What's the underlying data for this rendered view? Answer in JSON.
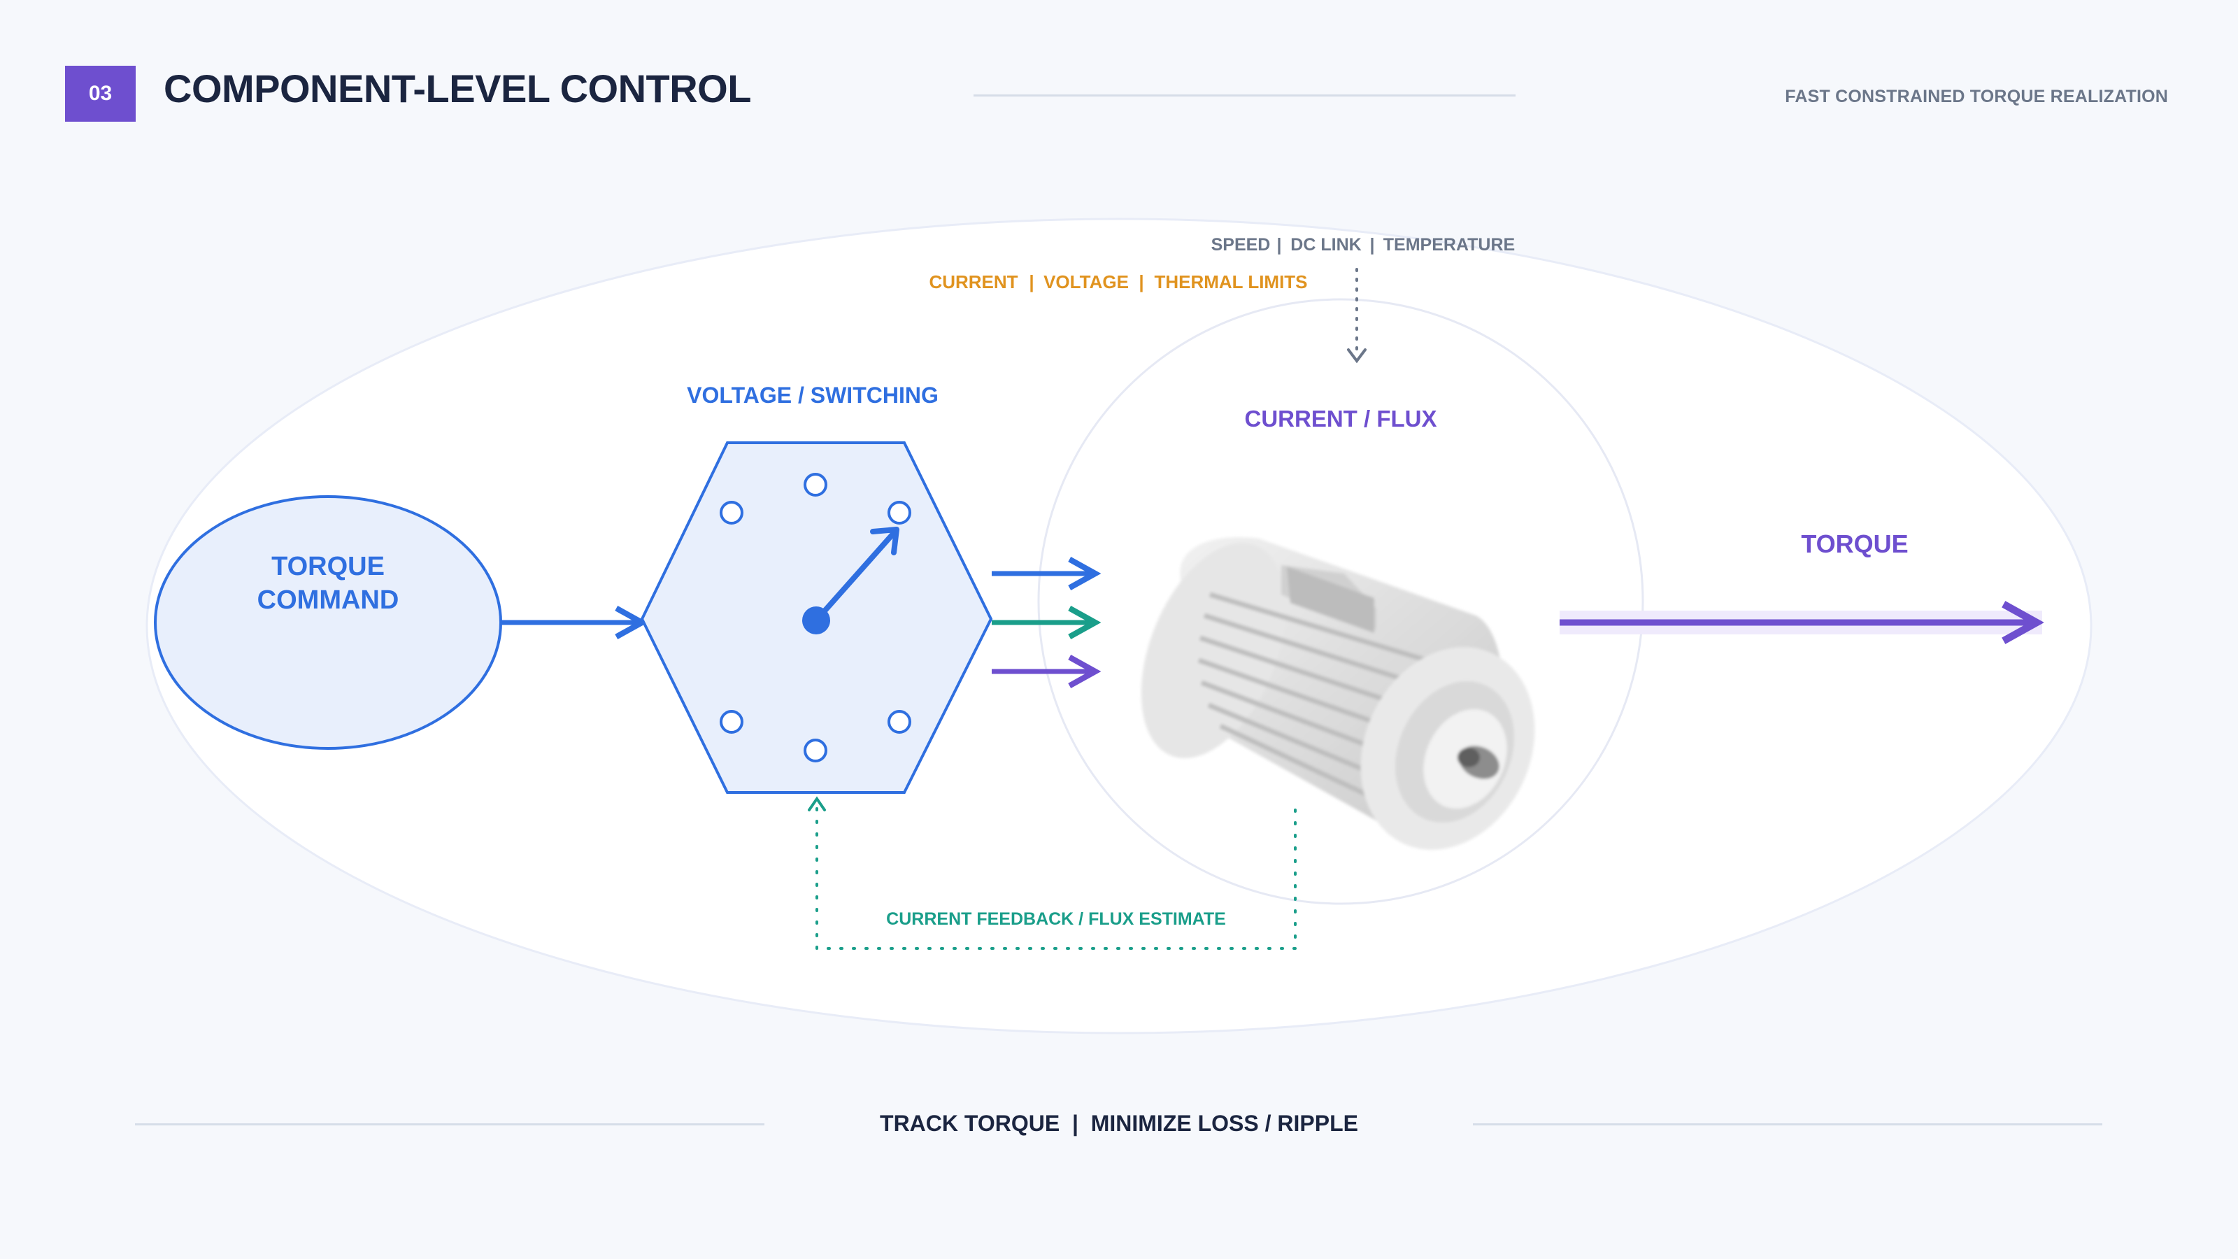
{
  "header": {
    "badge": "03",
    "title": "COMPONENT-LEVEL CONTROL",
    "subtitle": "FAST CONSTRAINED TORQUE REALIZATION"
  },
  "diagram": {
    "inputs": {
      "speed": "SPEED",
      "dc_link": "DC LINK",
      "temperature": "TEMPERATURE",
      "separator": "|"
    },
    "limits": {
      "current": "CURRENT",
      "voltage": "VOLTAGE",
      "thermal": "THERMAL LIMITS",
      "separator": "|"
    },
    "torque_command": {
      "line1": "TORQUE",
      "line2": "COMMAND"
    },
    "inverter_label": "VOLTAGE / SWITCHING",
    "motor_label": "CURRENT / FLUX",
    "output_label": "TORQUE",
    "feedback_label": "CURRENT FEEDBACK / FLUX ESTIMATE"
  },
  "footer": {
    "text": "TRACK TORQUE  |  MINIMIZE LOSS / RIPPLE"
  },
  "colors": {
    "blue": "#2f6fe0",
    "teal": "#1a9e8a",
    "purple": "#6e4fcf",
    "orange": "#e0931f",
    "slate": "#6b7689",
    "navy": "#1b2540"
  }
}
